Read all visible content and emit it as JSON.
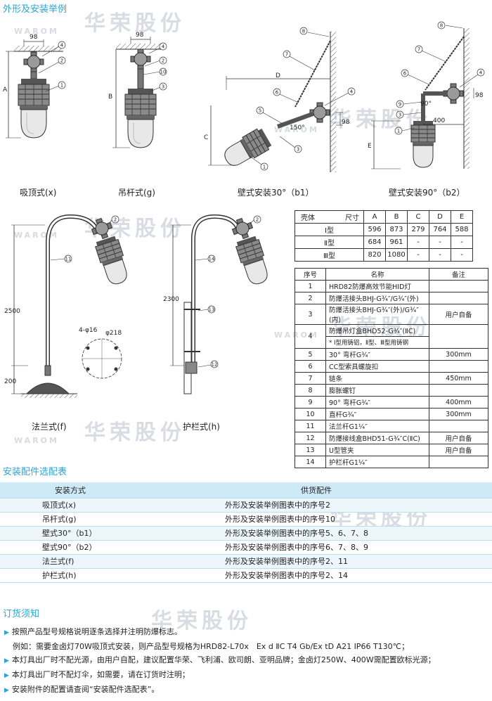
{
  "sections": {
    "drawings_title": "外形及安装举例",
    "accessories_title": "安装配件选配表",
    "ordering_title": "订货须知"
  },
  "watermark": {
    "brand": "华荣股份",
    "sub": "WAROM"
  },
  "drawings": {
    "captions": {
      "ceiling": "吸顶式(x)",
      "pendant": "吊杆式(g)",
      "wall30": "壁式安装30°（b1）",
      "wall90": "壁式安装90°（b2）",
      "flange": "法兰式(f)",
      "guardrail": "护栏式(h)"
    },
    "dims": {
      "w98": "98",
      "A": "A",
      "B": "B",
      "C": "C",
      "D": "D",
      "E": "E",
      "a150": "150°",
      "a90": "90°",
      "d400": "400",
      "h2500": "2500",
      "h200": "200",
      "h2300": "2300",
      "holes": "4-φ16",
      "dia": "φ218"
    },
    "callouts": [
      "1",
      "2",
      "3",
      "4",
      "5",
      "6",
      "7",
      "8",
      "9",
      "10",
      "11",
      "12",
      "13",
      "14"
    ]
  },
  "dimension_table": {
    "corner_top": "尺寸",
    "corner_bottom": "壳体",
    "columns": [
      "A",
      "B",
      "C",
      "D",
      "E"
    ],
    "rows": [
      {
        "type": "Ⅰ型",
        "values": [
          "596",
          "873",
          "279",
          "764",
          "588"
        ]
      },
      {
        "type": "Ⅱ型",
        "values": [
          "684",
          "961",
          "-",
          "-",
          "-"
        ]
      },
      {
        "type": "Ⅲ型",
        "values": [
          "820",
          "1080",
          "-",
          "-",
          "-"
        ]
      }
    ]
  },
  "parts_table": {
    "headers": [
      "序号",
      "名称",
      "备注"
    ],
    "rows": [
      {
        "no": "1",
        "name": "HRD82防爆高效节能HID灯",
        "remark": ""
      },
      {
        "no": "2",
        "name": "防爆活接头BHJ-G¾″/G¾″(外)",
        "remark": ""
      },
      {
        "no": "3",
        "name": "防爆活接头BHJ-G¾″(外)/G¾″(内)",
        "remark": "用户自备"
      },
      {
        "no": "4",
        "name": "防爆吊灯盒BHD52-G¾″(ⅡC)",
        "remark": ""
      },
      {
        "no": "",
        "name": "* Ⅰ型用铸铝，Ⅱ型、Ⅲ型用铸钢",
        "remark": ""
      },
      {
        "no": "5",
        "name": "30° 弯杆G¾″",
        "remark": "300mm"
      },
      {
        "no": "6",
        "name": "CC型索具螺旋扣",
        "remark": ""
      },
      {
        "no": "7",
        "name": "链条",
        "remark": "450mm"
      },
      {
        "no": "8",
        "name": "膨胀螺钉",
        "remark": ""
      },
      {
        "no": "9",
        "name": "90° 弯杆G¾″",
        "remark": "400mm"
      },
      {
        "no": "10",
        "name": "直杆G¾″",
        "remark": "300mm"
      },
      {
        "no": "11",
        "name": "法兰杆G1¼″",
        "remark": ""
      },
      {
        "no": "12",
        "name": "防爆接线盒BHD51-G¾″C(ⅡC)",
        "remark": "用户自备"
      },
      {
        "no": "13",
        "name": "U型管夹",
        "remark": "用户自备"
      },
      {
        "no": "14",
        "name": "护栏杆G1¼″",
        "remark": ""
      }
    ]
  },
  "accessories_table": {
    "headers": [
      "安装方式",
      "供货配件"
    ],
    "rows": [
      {
        "method": "吸顶式(x)",
        "parts": "外形及安装举例图表中的序号2"
      },
      {
        "method": "吊杆式(g)",
        "parts": "外形及安装举例图表中的序号10"
      },
      {
        "method": "壁式30°（b1）",
        "parts": "外形及安装举例图表中的序号5、6、7、8"
      },
      {
        "method": "壁式90°（b2）",
        "parts": "外形及安装举例图表中的序号6、7、8、9"
      },
      {
        "method": "法兰式(f)",
        "parts": "外形及安装举例图表中的序号2、11"
      },
      {
        "method": "护栏式(h)",
        "parts": "外形及安装举例图表中的序号2、14"
      }
    ]
  },
  "ordering_notes": [
    "按照产品型号规格说明逐条选择并注明防爆标志。",
    "例如：需要金卤灯70W吸顶式安装，则产品型号规格为HRD82-L70x　Ex d ⅡC T4 Gb/Ex tD A21 IP66 T130℃；",
    "本灯具出厂时不配光源，由用户自配，建议配置华荣、飞利浦、欧司朗、亚明品牌；金卤灯250W、400W需配置欧标光源；",
    "本灯具出厂时不配灯伞，如需要，请在订货时注明；",
    "安装附件的配置请查阅“安装配件选配表”。"
  ],
  "colors": {
    "accent": "#2aa6d6",
    "table_head": "#cfeaf7",
    "watermark": "#d9dde3"
  }
}
